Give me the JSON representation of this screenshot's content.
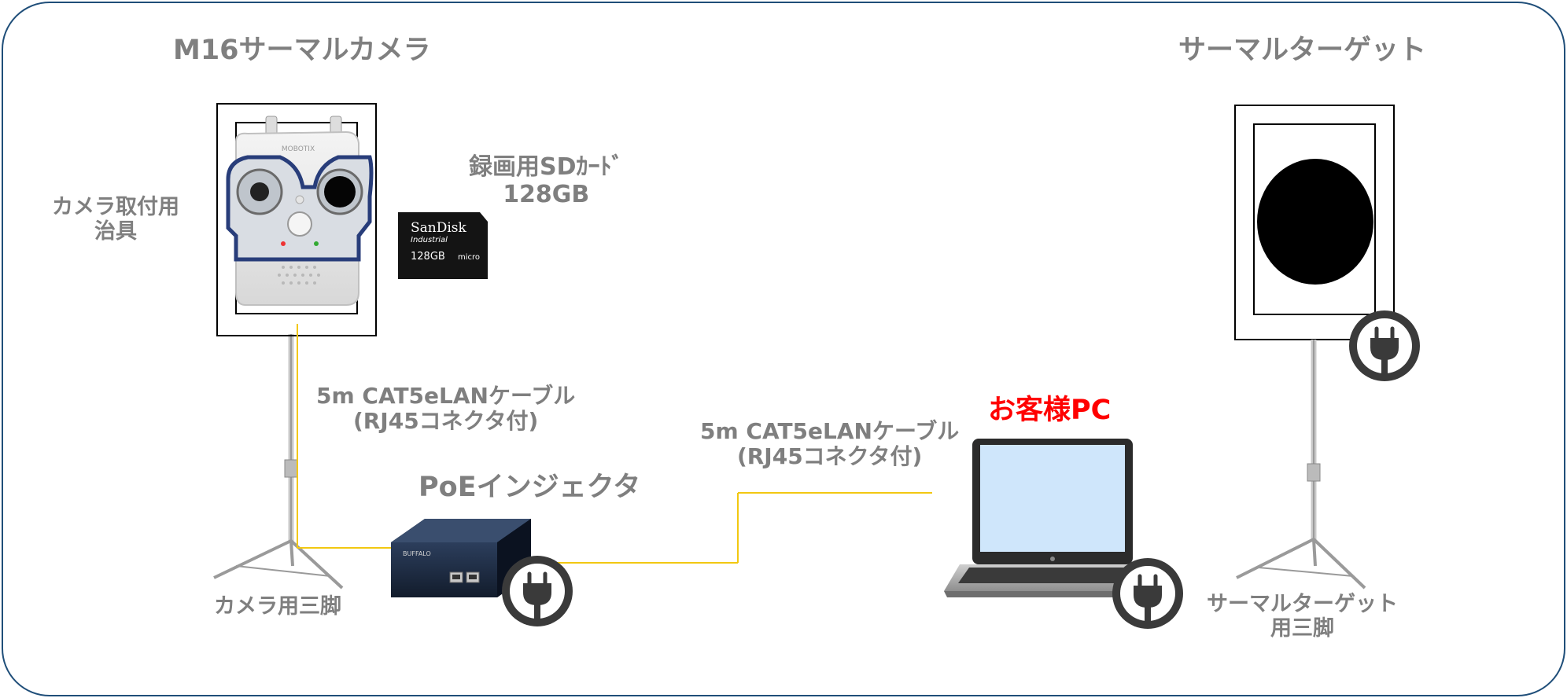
{
  "labels": {
    "camera_title": "M16サーマルカメラ",
    "target_title": "サーマルターゲット",
    "sd_card_line1": "録画用SDｶｰﾄﾞ",
    "sd_card_line2": "128GB",
    "mount_line1": "カメラ取付用",
    "mount_line2": "治具",
    "cable1_line1": "5m CAT5eLANケーブル",
    "cable1_line2": "(RJ45コネクタ付)",
    "cable2_line1": "5m CAT5eLANケーブル",
    "cable2_line2": "(RJ45コネクタ付)",
    "poe": "PoEインジェクタ",
    "customer_pc": "お客様PC",
    "camera_tripod": "カメラ用三脚",
    "target_tripod_line1": "サーマルターゲット",
    "target_tripod_line2": "用三脚"
  },
  "devices": {
    "camera_brand": "MOBOTIX",
    "sd_brand": "SanDisk",
    "sd_sub": "Industrial",
    "sd_capacity": "128GB",
    "poe_brand": "BUFFALO"
  },
  "colors": {
    "frame_border": "#1f4e79",
    "label_gray": "#7f7f7f",
    "accent_red": "#ff0000",
    "cable_yellow": "#f2c811",
    "screen_blue": "#cfe6fb",
    "plug_dark": "#3a3a3a"
  }
}
